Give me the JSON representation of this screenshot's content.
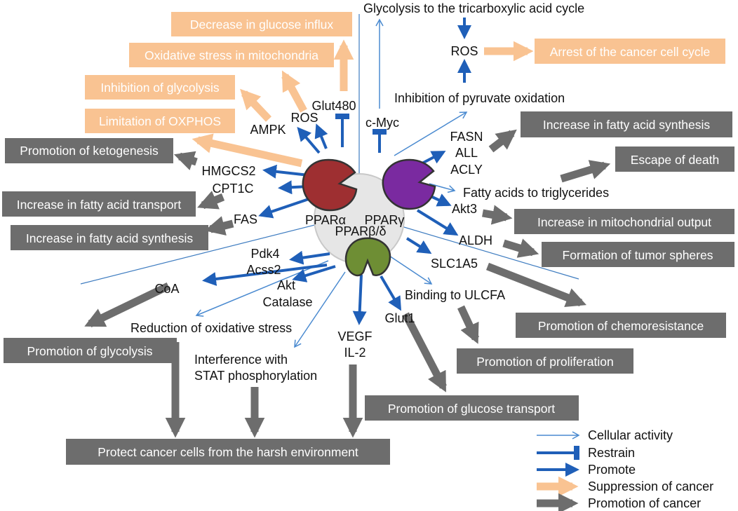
{
  "receptors": {
    "alpha": {
      "label": "PPARα",
      "color": "#9E2F31"
    },
    "gamma": {
      "label": "PPARγ",
      "color": "#7A2AA0"
    },
    "beta": {
      "label": "PPARβ/δ",
      "color": "#6E8E34"
    }
  },
  "nodes": {
    "glycolysis_tca": "Glycolysis to the tricarboxylic acid cycle",
    "ros_top": "ROS",
    "inhibition_pyruvate": "Inhibition of pyruvate oxidation",
    "glut480": "Glut480",
    "ros_alpha": "ROS",
    "ampk": "AMPK",
    "cmyc": "c-Myc",
    "hmgcs2": "HMGCS2",
    "cpt1c": "CPT1C",
    "fas": "FAS",
    "fasn": "FASN",
    "all": "ALL",
    "acly": "ACLY",
    "fatty_acids_tg": "Fatty acids to triglycerides",
    "akt3": "Akt3",
    "aldh": "ALDH",
    "slc1a5": "SLC1A5",
    "binding_ulcfa": "Binding to ULCFA",
    "pdk4": "Pdk4",
    "acss2": "Acss2",
    "akt": "Akt",
    "catalase": "Catalase",
    "coa": "CoA",
    "reduction_ox": "Reduction of oxidative stress",
    "interference_1": "Interference with",
    "interference_2": "STAT phosphorylation",
    "vegf": "VEGF",
    "il2": "IL-2",
    "glut1": "Glut1"
  },
  "suppression_boxes": {
    "decrease_glucose": "Decrease in glucose influx",
    "oxidative_stress": "Oxidative stress in mitochondria",
    "inhibition_glycolysis": "Inhibition of glycolysis",
    "limitation_oxphos": "Limitation of OXPHOS",
    "arrest_cycle": "Arrest of the cancer cell cycle"
  },
  "promotion_boxes": {
    "ketogenesis": "Promotion of ketogenesis",
    "fa_transport": "Increase in fatty acid transport",
    "fa_synthesis_left": "Increase in fatty acid synthesis",
    "fa_synthesis_right": "Increase in fatty acid synthesis",
    "escape_death": "Escape of death",
    "mito_output": "Increase in mitochondrial output",
    "tumor_spheres": "Formation of tumor spheres",
    "chemoresistance": "Promotion of chemoresistance",
    "proliferation": "Promotion of proliferation",
    "glucose_transport": "Promotion of glucose transport",
    "glycolysis": "Promotion of glycolysis",
    "protect": "Protect cancer cells from the harsh environment"
  },
  "legend": {
    "cellular_activity": "Cellular activity",
    "restrain": "Restrain",
    "promote": "Promote",
    "suppression": "Suppression of cancer",
    "promotion": "Promotion of cancer"
  },
  "colors": {
    "suppression": "#F9C392",
    "promotion": "#6D6D6D",
    "blue_dark": "#1F5FB8",
    "blue_light": "#5B9BD5",
    "divider": "#3E7CC0"
  }
}
